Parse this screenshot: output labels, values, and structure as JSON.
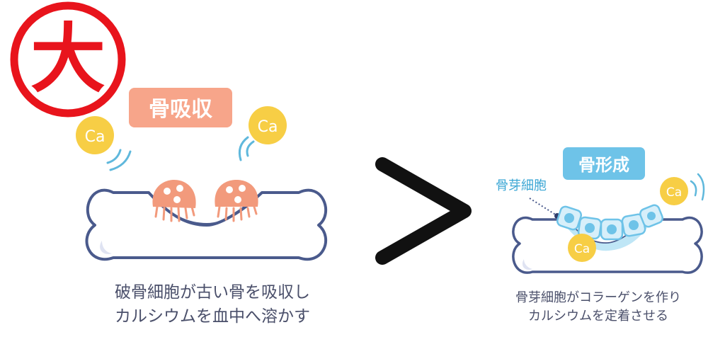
{
  "big_mark": "大",
  "compare_symbol": ">",
  "left_panel": {
    "label": "骨吸収",
    "ion_left": "Ca",
    "ion_right": "Ca",
    "caption_line1": "破骨細胞が古い骨を吸収し",
    "caption_line2": "カルシウムを血中へ溶かす"
  },
  "right_panel": {
    "label": "骨形成",
    "cell_label": "骨芽細胞",
    "ion_top": "Ca",
    "ion_bottom": "Ca",
    "caption_line1": "骨芽細胞がコラーゲンを作り",
    "caption_line2": "カルシウムを定着させる"
  },
  "colors": {
    "mark_red": "#e8141c",
    "resorption_label_bg": "#f7a58a",
    "osteoclast": "#f29a7c",
    "formation_label_bg": "#6ec3e8",
    "calcium_yellow": "#f7ce45",
    "bone_outline": "#4a5a8c",
    "wave_blue": "#5fb8dc",
    "caption_text": "#4a4f6a"
  }
}
